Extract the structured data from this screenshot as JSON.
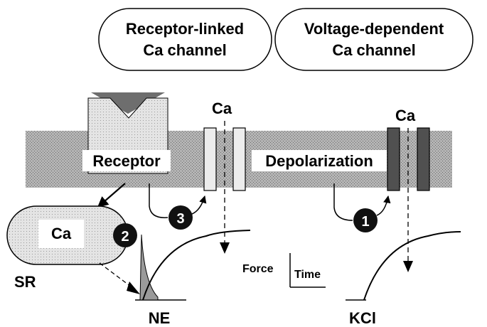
{
  "labels": {
    "receptor_linked_line1": "Receptor-linked",
    "receptor_linked_line2": "Ca channel",
    "voltage_dependent_line1": "Voltage-dependent",
    "voltage_dependent_line2": "Ca channel",
    "ca_left": "Ca",
    "ca_right": "Ca",
    "receptor": "Receptor",
    "depolarization": "Depolarization",
    "sr_ca": "Ca",
    "sr": "SR",
    "step_1": "1",
    "step_2": "2",
    "step_3": "3",
    "force": "Force",
    "time": "Time",
    "ne": "NE",
    "kcl": "KCl"
  },
  "colors": {
    "membrane": "#a8a8a8",
    "dark_channel": "#505050",
    "light_fill": "#dcdcdc",
    "ne_peak_fill": "#9a9a9a",
    "ligand": "#6e6e6e"
  }
}
